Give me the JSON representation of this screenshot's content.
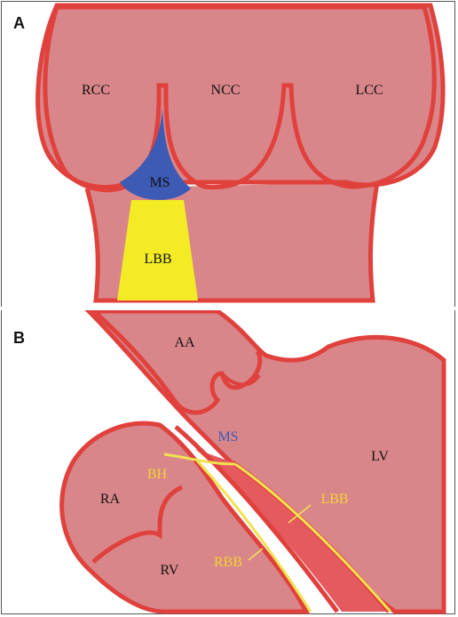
{
  "colors": {
    "tissue": "#d9868a",
    "wall": "#e0413c",
    "septum": "#3d5ab4",
    "left_bundle": "#f3ec24",
    "conduction_path": "#f1e250",
    "right_bundle_fill": "#e55a5f",
    "label_dark": "#111111",
    "label_blue": "#3d5ab4",
    "label_yellow": "#f1d430"
  },
  "panel_a": {
    "letter": "A",
    "labels": {
      "rcc": "RCC",
      "ncc": "NCC",
      "lcc": "LCC",
      "ms": "MS",
      "lbb": "LBB"
    }
  },
  "panel_b": {
    "letter": "B",
    "labels": {
      "aa": "AA",
      "ms": "MS",
      "lv": "LV",
      "bh": "BH",
      "ra": "RA",
      "lbb": "LBB",
      "rbb": "RBB",
      "rv": "RV"
    }
  }
}
